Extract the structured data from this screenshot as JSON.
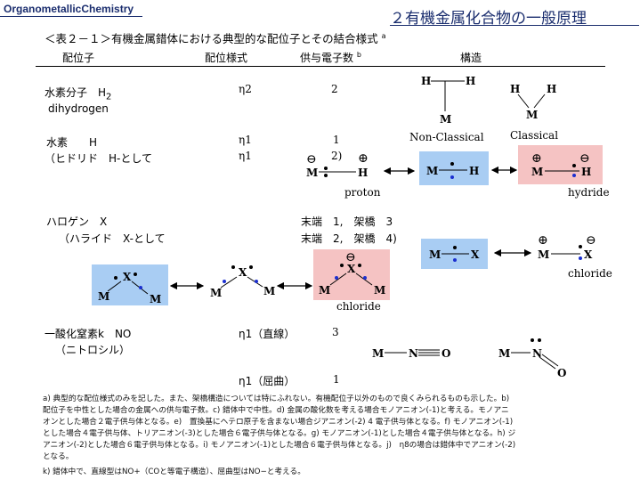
{
  "header": {
    "brand": "OrganometallicChemistry",
    "chapter": "２有機金属化合物の一般原理"
  },
  "table": {
    "title": "＜表２－１＞有機金属錯体における典型的な配位子とその結合様式",
    "title_note": "a",
    "columns": [
      "配位子",
      "配位様式",
      "供与電子数",
      "構造"
    ],
    "donor_note": "b"
  },
  "rows": {
    "dihydrogen": {
      "name": "水素分子　H",
      "sub": "2",
      "name_en": "dihydrogen",
      "mode": "η2",
      "donors": "2",
      "caption_nonclassical": "Non-Classical",
      "caption_classical": "Classical"
    },
    "hydride": {
      "name": "水素　　H",
      "name2": "（ヒドリド　H-として",
      "mode1": "η1",
      "mode2": "η1",
      "donors1": "1",
      "donors2": "2)",
      "caption_proton": "proton",
      "caption_hydride": "hydride"
    },
    "halogen": {
      "name": "ハロゲン　X",
      "name2": "（ハライド　X-として",
      "donors1": "末端　1,　架橋　3",
      "donors2": "末端　2,　架橋　4)",
      "caption_chloride1": "chloride",
      "caption_chloride2": "chloride"
    },
    "nitrosyl": {
      "name": "一酸化窒素k　NO",
      "name2": "（ニトロシル）",
      "mode1": "η1（直線）",
      "mode2": "η1（屈曲）",
      "donors1": "3",
      "donors2": "1"
    }
  },
  "atoms": {
    "H": "H",
    "M": "M",
    "X": "X",
    "N": "N",
    "O": "O"
  },
  "charges": {
    "plus": "⊕",
    "minus": "⊖"
  },
  "footnotes": [
    "a) 典型的な配位様式のみを記した。また、架橋構造については特にふれない。有機配位子以外のもので良くみられるものも示した。b)",
    "配位子を中性とした場合の金属への供与電子数。c) 錯体中で中性。d) 金属の酸化数を考える場合モノアニオン(-1)と考える。モノアニ",
    "オンとした場合２電子供与体となる。e)　置換基にヘテロ原子を含まない場合ジアニオン(-2) 4 電子供与体となる。f) モノアニオン(-1)",
    "とした場合４電子供与体、トリアニオン(-3)とした場合６電子供与体となる。g) モノアニオン(-1)とした場合４電子供与体となる。h) ジ",
    "アニオン(-2)とした場合６電子供与体となる。i) モノアニオン(-1)とした場合６電子供与体となる。j)　η8の場合は錯体中でアニオン(-2)",
    "となる。",
    "k) 錯体中で、直線型はNO+（COと等電子構造）、屈曲型はNO−と考える。"
  ],
  "colors": {
    "blue_box": "#a9cdf3",
    "pink_box": "#f5c3c3",
    "header_blue": "#1a2d6e",
    "electron_blue": "#1b2fd0"
  }
}
